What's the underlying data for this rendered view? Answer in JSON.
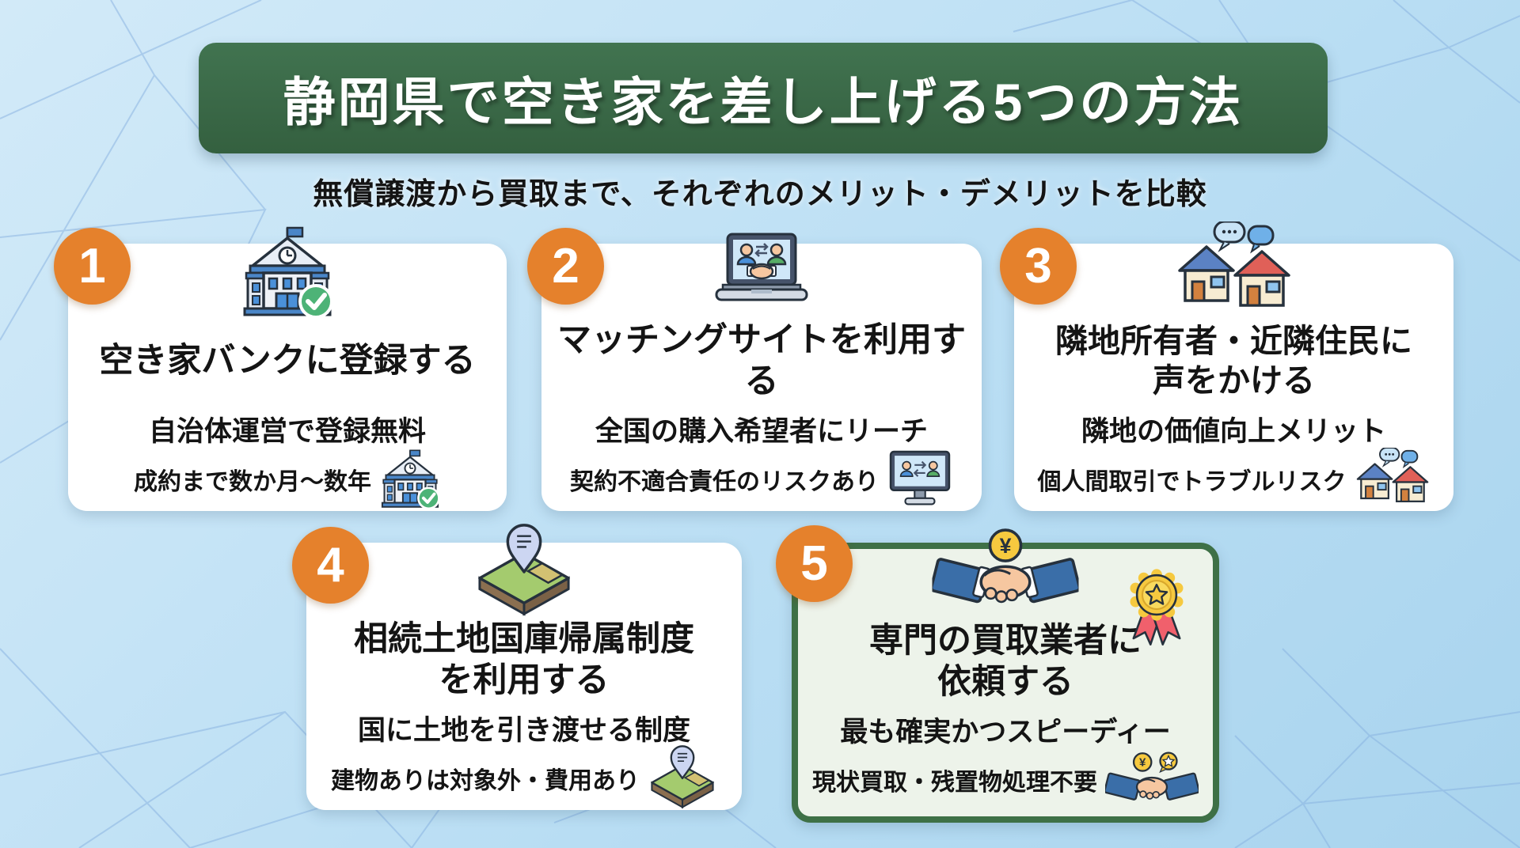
{
  "banner": {
    "title": "静岡県で空き家を差し上げる5つの方法"
  },
  "subtitle": {
    "text": "無償譲渡から買取まで、それぞれのメリット・デメリットを比較"
  },
  "colors": {
    "banner_green": "#3a6847",
    "badge_orange": "#e5812c",
    "highlight_border": "#3e7046",
    "highlight_bg": "#edf3ea",
    "background_blue": "#bfe0f4",
    "mesh_line_blue": "#85afdf",
    "card_white": "#ffffff"
  },
  "cards": [
    {
      "number": "1",
      "title": "空き家バンクに登録する",
      "merit": "自治体運営で登録無料",
      "demerit": "成約まで数か月～数年",
      "main_icon": "city-hall-check-icon",
      "demerit_icon": "city-hall-check-small-icon",
      "highlighted": false
    },
    {
      "number": "2",
      "title": "マッチングサイトを利用する",
      "merit": "全国の購入希望者にリーチ",
      "demerit": "契約不適合責任のリスクあり",
      "main_icon": "laptop-matching-icon",
      "demerit_icon": "monitor-matching-small-icon",
      "highlighted": false
    },
    {
      "number": "3",
      "title": "隣地所有者・近隣住民に\n声をかける",
      "merit": "隣地の価値向上メリット",
      "demerit": "個人間取引でトラブルリスク",
      "main_icon": "houses-chat-icon",
      "demerit_icon": "houses-chat-small-icon",
      "highlighted": false
    },
    {
      "number": "4",
      "title": "相続土地国庫帰属制度\nを利用する",
      "merit": "国に土地を引き渡せる制度",
      "demerit": "建物ありは対象外・費用あり",
      "main_icon": "land-pin-icon",
      "demerit_icon": "land-pin-small-icon",
      "highlighted": false
    },
    {
      "number": "5",
      "title": "専門の買取業者に\n依頼する",
      "merit": "最も確実かつスピーディー",
      "demerit": "現状買取・残置物処理不要",
      "main_icon": "handshake-yen-icon",
      "corner_icon": "medal-icon",
      "demerit_icon": "handshake-star-small-icon",
      "highlighted": true
    }
  ]
}
